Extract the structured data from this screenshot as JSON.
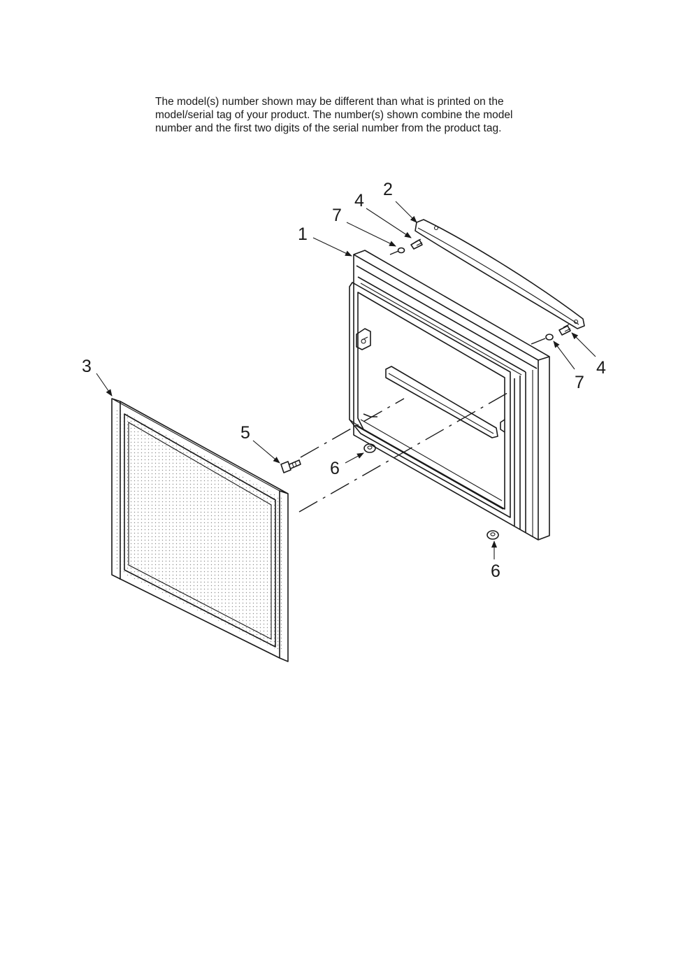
{
  "note": {
    "lines": [
      "The model(s) number shown may be different than what is printed on the",
      "model/serial tag of your product. The number(s) shown combine the model",
      "number and the first two digits of the serial number from the product tag."
    ]
  },
  "callouts": {
    "door": "1",
    "handle": "2",
    "gasket": "3",
    "screw_top": "4",
    "screw_right": "4",
    "screw_pivot": "5",
    "washer_center": "6",
    "washer_bottom": "6",
    "spacer_top": "7",
    "spacer_right": "7"
  }
}
